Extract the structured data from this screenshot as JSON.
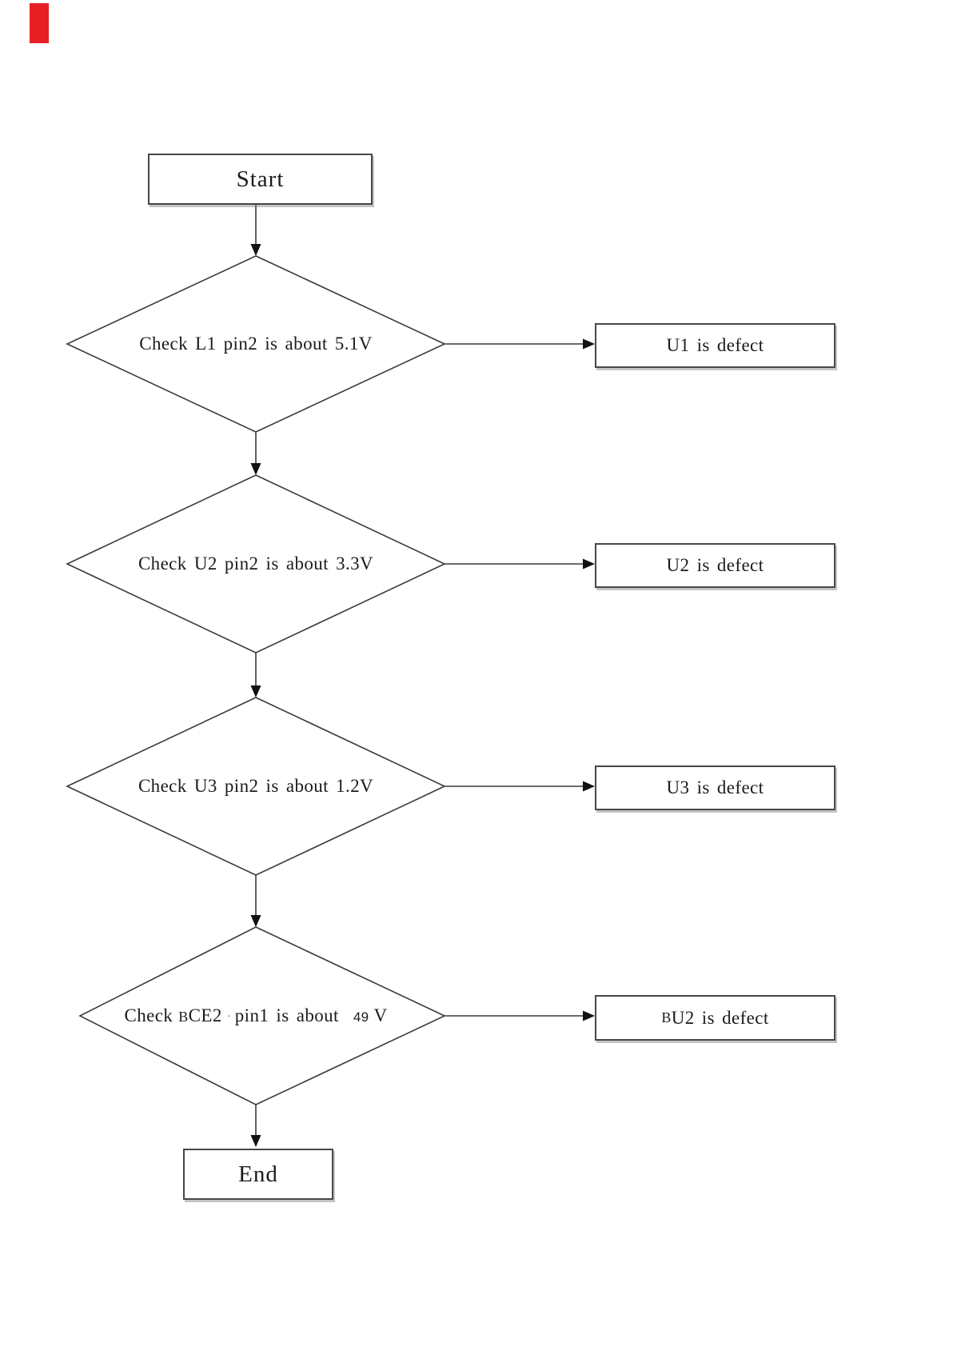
{
  "page": {
    "bg_color": "#ffffff",
    "line_color": "#3a3a3a",
    "text_color": "#1b1b1b",
    "accent_red": "#e81e25"
  },
  "nodes": {
    "start_label": "Start",
    "end_label": "End"
  },
  "decisions": [
    {
      "label": "Check L1 pin2 is about 5.1V",
      "defect": "U1 is defect"
    },
    {
      "label": "Check U2 pin2 is about 3.3V",
      "defect": "U2 is defect"
    },
    {
      "label": "Check U3 pin2 is about 1.2V",
      "defect": "U3 is defect"
    },
    {
      "label": "Check BCE2 ·pin1 is about 49 V",
      "defect": "BU2 is defect",
      "parts": {
        "lead": "Check",
        "b": "B",
        "chip": "CE2",
        "dot": "·",
        "mid": "pin1 is about",
        "value": "49",
        "unit": "V"
      },
      "defect_parts": {
        "b": "B",
        "rest": "U2 is defect"
      }
    }
  ]
}
